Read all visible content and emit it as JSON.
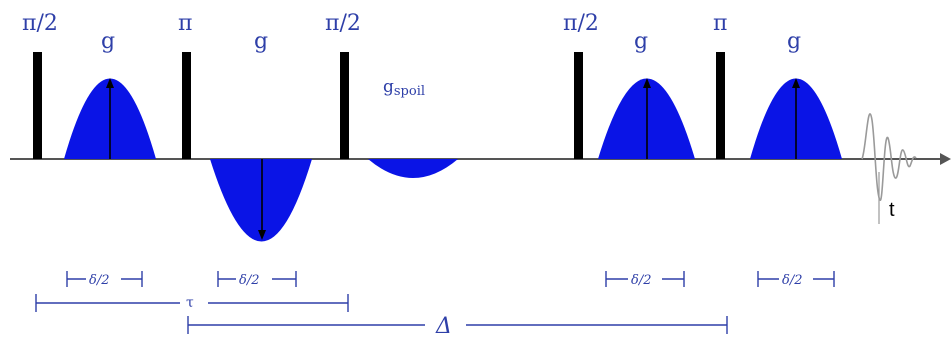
{
  "pulse_labels": {
    "p1": "π/2",
    "p2": "π",
    "p3": "π/2",
    "p4": "π/2",
    "p5": "π"
  },
  "gradient_labels": {
    "g1": "g",
    "g2": "g",
    "g3": "g",
    "g4": "g",
    "spoil_base": "g",
    "spoil_sub": "spoil"
  },
  "interval_labels": {
    "delta_half_1": "δ/2",
    "delta_half_2": "δ/2",
    "delta_half_3": "δ/2",
    "delta_half_4": "δ/2",
    "tau": "τ",
    "big_delta": "Δ"
  },
  "acquisition": {
    "time_axis_label": "t"
  },
  "colors": {
    "gradient_fill": "#0a14e6",
    "pulse": "#000000",
    "axis": "#555555",
    "label": "#2e3fa8",
    "fid": "#9a9a9a"
  }
}
